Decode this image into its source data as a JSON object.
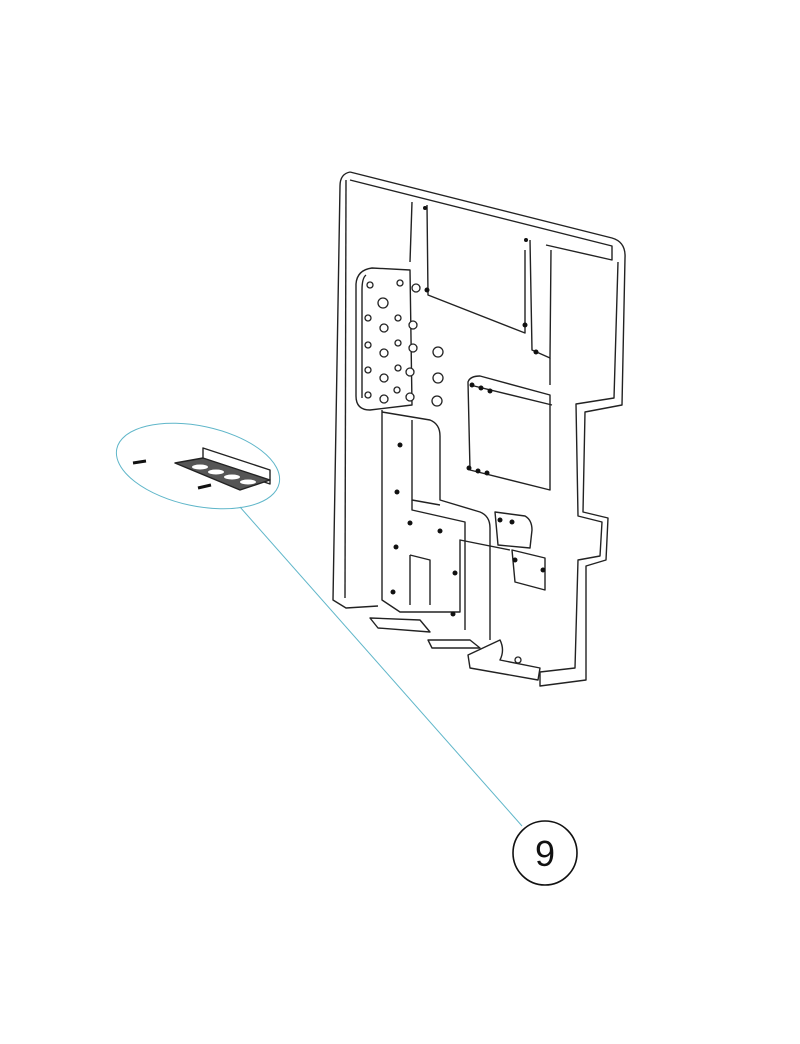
{
  "diagram": {
    "callout_number": "9",
    "part_main": "enclosure-back-plate",
    "part_detail": "bracket-with-screws",
    "colors": {
      "line": "#222222",
      "callout": "#5fb6c9"
    }
  }
}
